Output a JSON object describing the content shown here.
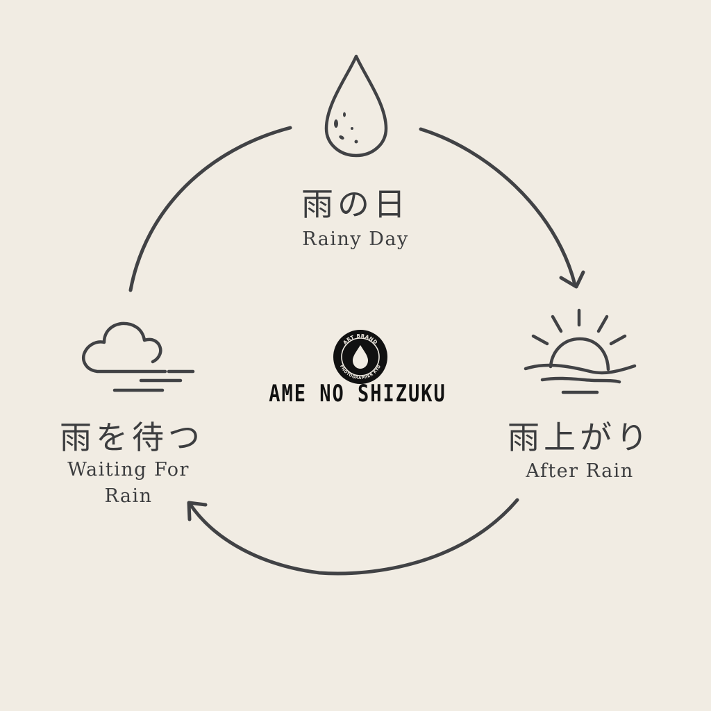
{
  "colors": {
    "background": "#f1ece3",
    "stroke": "#414245",
    "text": "#3c3d3f",
    "logo": "#111111"
  },
  "center": {
    "logo": {
      "top_text": "ART BRAND",
      "bottom_text": "PHOTOGRAPHER KYO",
      "icon": "water-drop-icon"
    },
    "brand_name": "AME NO SHIZUKU"
  },
  "stages": [
    {
      "id": "rainy-day",
      "icon": "raindrop-icon",
      "label_ja": "雨の日",
      "label_en": "Rainy Day"
    },
    {
      "id": "after-rain",
      "icon": "sunrise-over-water-icon",
      "label_ja": "雨上がり",
      "label_en": "After Rain"
    },
    {
      "id": "waiting-for-rain",
      "icon": "cloud-icon",
      "label_ja": "雨を待つ",
      "label_en": "Waiting For Rain"
    }
  ],
  "arrows": [
    {
      "from": "rainy-day",
      "to": "after-rain",
      "direction": "clockwise"
    },
    {
      "from": "after-rain",
      "to": "waiting-for-rain",
      "direction": "clockwise"
    },
    {
      "from": "waiting-for-rain",
      "to": "rainy-day",
      "direction": "clockwise",
      "arrowhead": false
    }
  ]
}
